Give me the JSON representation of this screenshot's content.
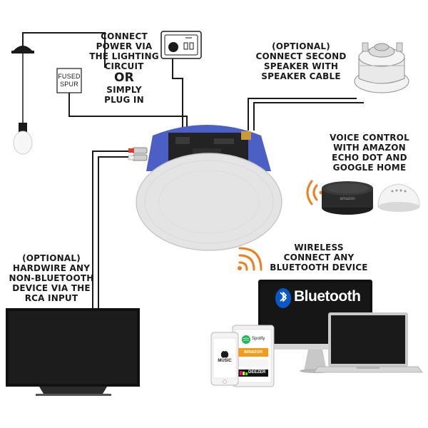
{
  "colors": {
    "wire": "#1a1a1a",
    "speaker_frame": "#4b5fc4",
    "speaker_grille": "#e4e4e4",
    "wifi_signal": "#f07d1e",
    "bluetooth_blue": "#0a57c8",
    "screen_black": "#111111"
  },
  "labels": {
    "power": {
      "line1": "CONNECT",
      "line2": "POWER VIA",
      "line3": "THE LIGHTING",
      "line4": "CIRCUIT",
      "or": "OR",
      "line5": "SIMPLY",
      "line6": "PLUG IN"
    },
    "fused_spur": {
      "line1": "FUSED",
      "line2": "SPUR"
    },
    "second_speaker": {
      "line1": "(OPTIONAL)",
      "line2": "CONNECT SECOND",
      "line3": "SPEAKER WITH",
      "line4": "SPEAKER CABLE"
    },
    "voice": {
      "line1": "VOICE CONTROL",
      "line2": "WITH AMAZON",
      "line3": "ECHO DOT AND",
      "line4": "GOOGLE HOME"
    },
    "wireless": {
      "line1": "WIRELESS",
      "line2": "CONNECT ANY",
      "line3": "BLUETOOTH DEVICE"
    },
    "hardwire": {
      "line1": "(OPTIONAL)",
      "line2": "HARDWIRE ANY",
      "line3": "NON-BLUETOOTH",
      "line4": "DEVICE VIA THE",
      "line5": "RCA INPUT"
    }
  },
  "brands": {
    "bluetooth": "Bluetooth",
    "amazon": "amazon",
    "music": "MUSIC",
    "spotify": "Spotify",
    "amazon_music": "amazon",
    "deezer": "DEEZER"
  },
  "icons": [
    "ceiling-light-icon",
    "wall-socket-icon",
    "ceiling-speaker-icon",
    "rca-plug-icon",
    "echo-dot-icon",
    "google-home-icon",
    "wireless-signal-icon",
    "bluetooth-icon",
    "tv-icon",
    "monitor-icon",
    "laptop-icon",
    "tablet-icon",
    "phone-icon"
  ]
}
